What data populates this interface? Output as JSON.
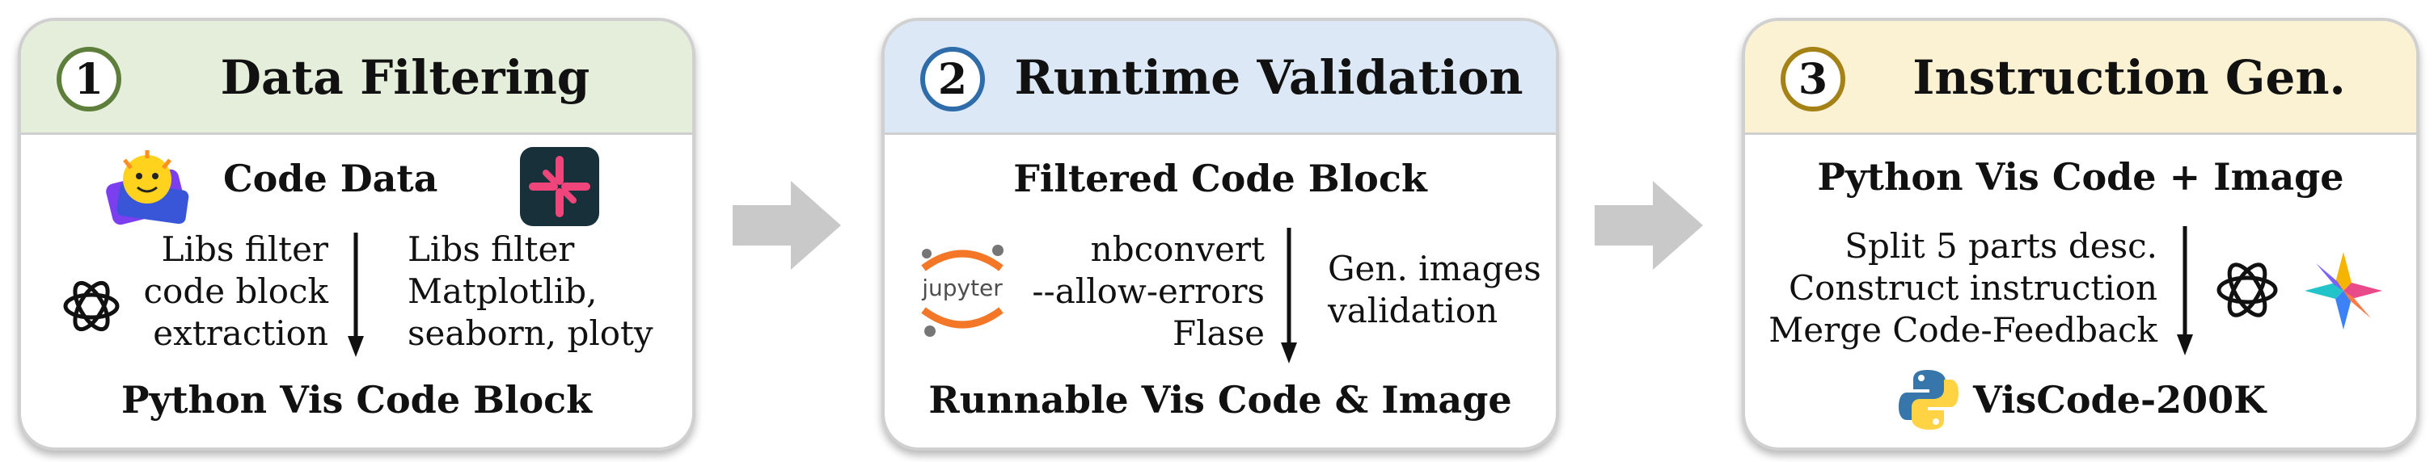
{
  "colors": {
    "panel1_header": "#e4eedb",
    "panel1_ring": "#5e7f3c",
    "panel2_header": "#dce8f6",
    "panel2_ring": "#2e6daa",
    "panel3_header": "#fbf1d3",
    "panel3_ring": "#a58216",
    "arrow_gray": "#c9c9c9"
  },
  "panels": [
    {
      "number": "1",
      "title": "Data Filtering",
      "top_label": "Code Data",
      "left_text": [
        "Libs filter",
        "code block",
        "extraction"
      ],
      "right_text": [
        "Libs filter",
        "Matplotlib,",
        "seaborn, ploty"
      ],
      "bottom_label": "Python Vis Code Block",
      "icons": [
        "huggingface-logo-icon",
        "dataset-logo-icon",
        "openai-logo-icon"
      ]
    },
    {
      "number": "2",
      "title": "Runtime Validation",
      "top_label": "Filtered Code Block",
      "left_text": [
        "nbconvert",
        "--allow-errors",
        "Flase"
      ],
      "right_text": [
        "Gen. images",
        "validation"
      ],
      "bottom_label": "Runnable Vis Code & Image",
      "icons": [
        "jupyter-logo-icon"
      ],
      "jupyter_word": "jupyter"
    },
    {
      "number": "3",
      "title": "Instruction Gen.",
      "top_label": "Python Vis Code + Image",
      "left_text": [
        "Split 5 parts desc.",
        "Construct instruction",
        "Merge Code-Feedback"
      ],
      "bottom_label": "VisCode-200K",
      "icons": [
        "openai-logo-icon",
        "star-logo-icon",
        "python-logo-icon"
      ]
    }
  ]
}
